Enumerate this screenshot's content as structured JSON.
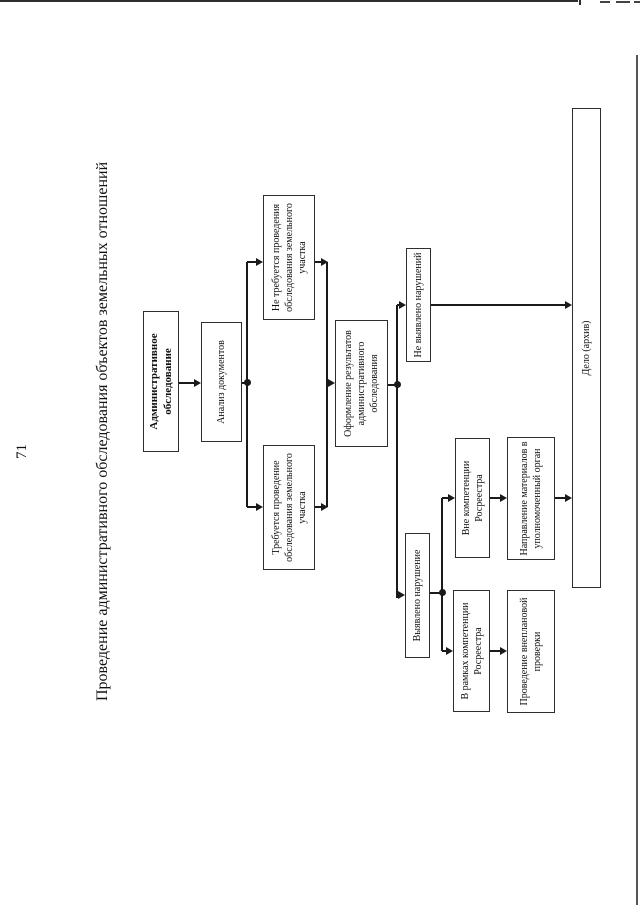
{
  "page": {
    "number": "71"
  },
  "title": "Проведение административного обследования объектов земельных отношений",
  "flowchart": {
    "nodes": {
      "admin": {
        "label": "Административное обследование"
      },
      "analysis": {
        "label": "Анализ документов"
      },
      "not_required": {
        "label": "Не требуется проведения обследования земельного участка"
      },
      "required": {
        "label": "Требуется проведение обследования земельного участка"
      },
      "results": {
        "label": "Оформление результатов административного обследования"
      },
      "no_violations": {
        "label": "Не выявлено нарушений"
      },
      "violation_found": {
        "label": "Выявлено нарушение"
      },
      "outside_competence": {
        "label": "Вне компетенции Росреестра"
      },
      "referral": {
        "label": "Направление материалов в уполномоченный орган"
      },
      "within_competence": {
        "label": "В рамках компетенции Росреестра"
      },
      "inspection": {
        "label": "Проведение внеплановой проверки"
      },
      "case_archive": {
        "label": "Дело (архив)"
      }
    },
    "colors": {
      "line": "#1a1a1a",
      "box_border": "#2e2e2e",
      "background": "#ffffff",
      "scan_edge": "#555555"
    }
  }
}
